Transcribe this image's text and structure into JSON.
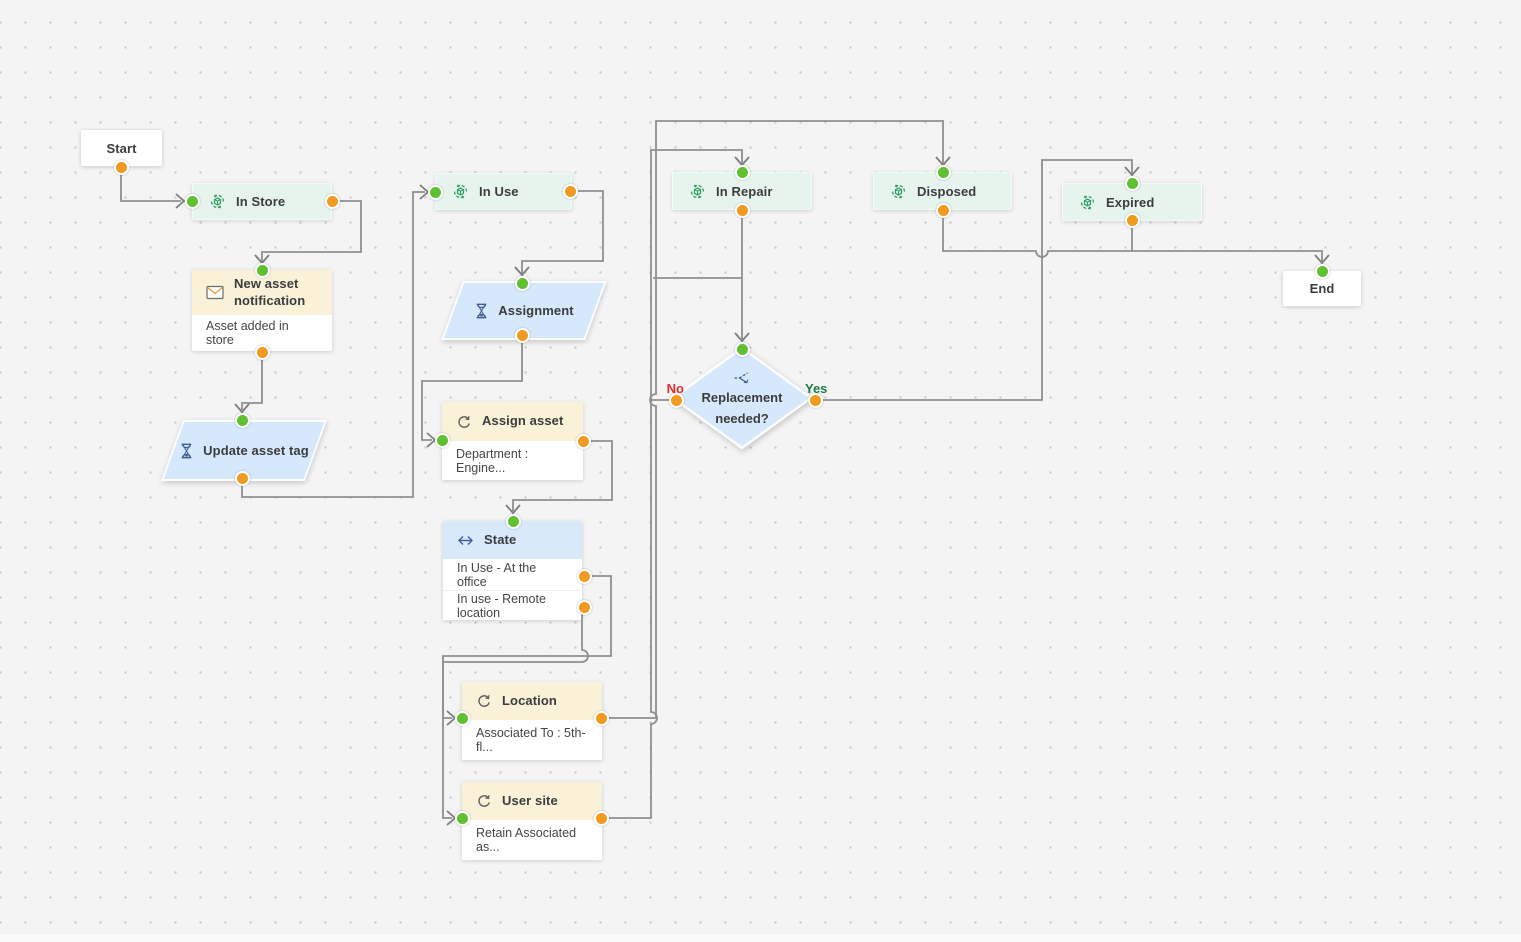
{
  "canvas": {
    "background": "#f4f4f5",
    "dot_color": "#c9c9ce",
    "connector_color": "#8f8f8f"
  },
  "colors": {
    "input_port": "#5fc132",
    "output_port": "#f09a1f",
    "state_node_fill": "#e7f4ee",
    "action_header_fill": "#f9f2d9",
    "blue_fill": "#d6e8fb",
    "no_label": "#e02b2b",
    "yes_label": "#1d7a46",
    "state_icon_green": "#2f9e63",
    "navy_icon": "#3f5f93"
  },
  "nodes": {
    "start": {
      "label": "Start"
    },
    "in_store": {
      "label": "In Store"
    },
    "new_asset_notification": {
      "title": "New asset notification",
      "body": "Asset added in store"
    },
    "update_asset_tag": {
      "label": "Update asset tag"
    },
    "in_use": {
      "label": "In Use"
    },
    "assignment": {
      "label": "Assignment"
    },
    "assign_asset": {
      "title": "Assign asset",
      "body": "Department : Engine..."
    },
    "state": {
      "title": "State",
      "rows": [
        "In Use - At the office",
        "In use - Remote location"
      ]
    },
    "location": {
      "title": "Location",
      "body": "Associated To : 5th-fl..."
    },
    "user_site": {
      "title": "User site",
      "body": "Retain Associated as..."
    },
    "in_repair": {
      "label": "In Repair"
    },
    "replacement_decision": {
      "question": "Replacement needed?",
      "no_label": "No",
      "yes_label": "Yes"
    },
    "disposed": {
      "label": "Disposed"
    },
    "expired": {
      "label": "Expired"
    },
    "end": {
      "label": "End"
    }
  }
}
